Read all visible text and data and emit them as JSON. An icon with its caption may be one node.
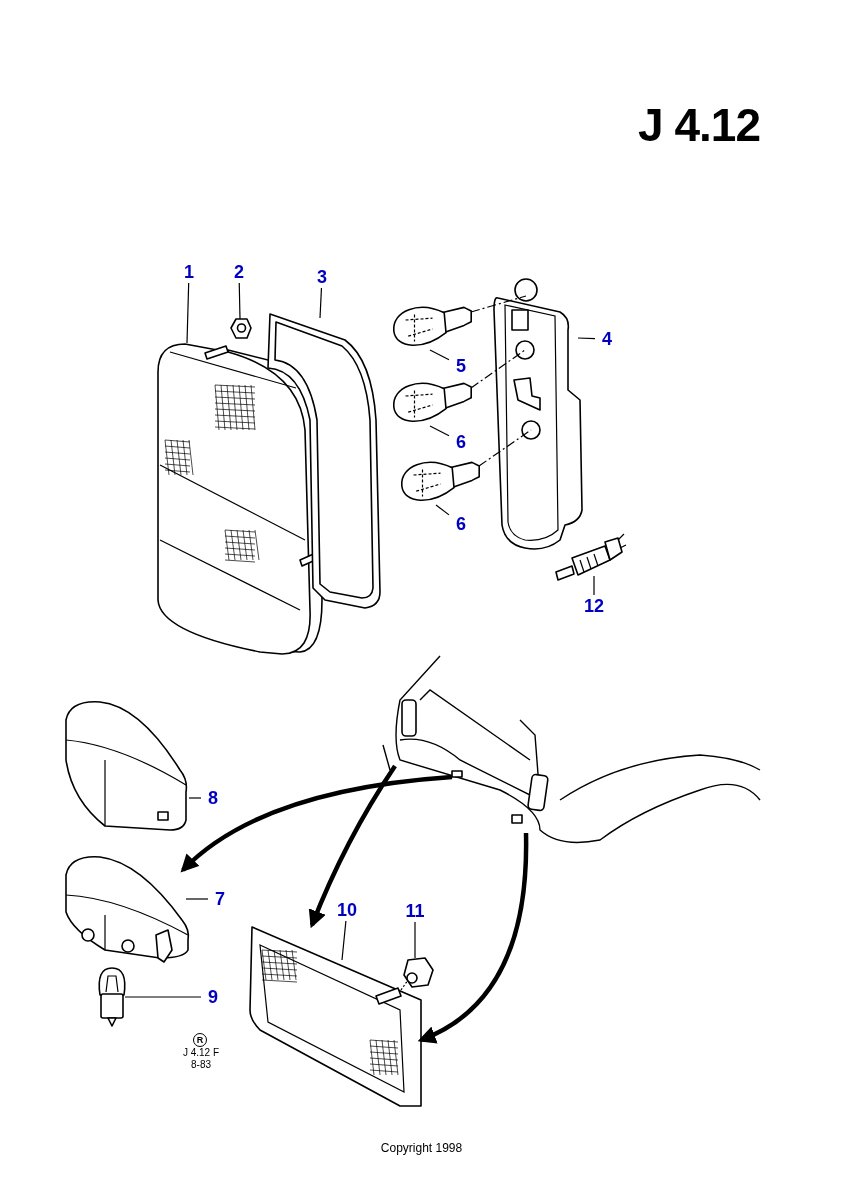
{
  "diagram": {
    "title": "J 4.12",
    "caption": "Copyright 1998",
    "nodes": [
      {
        "text": [
          "1"
        ]
      },
      {
        "text": [
          "2"
        ]
      },
      {
        "text": [
          "3"
        ]
      },
      {
        "text": [
          "4"
        ]
      },
      {
        "text": [
          "5"
        ]
      },
      {
        "text": [
          "6"
        ]
      },
      {
        "text": [
          "6"
        ]
      },
      {
        "text": [
          "12"
        ]
      },
      {
        "text": [
          "8"
        ]
      },
      {
        "text": [
          "7"
        ]
      },
      {
        "text": [
          "9"
        ]
      },
      {
        "text": [
          "10"
        ]
      },
      {
        "text": [
          "11"
        ]
      },
      {
        "text": [],
        "shape": "picture"
      },
      {
        "text": [],
        "shape": "picture"
      },
      {
        "text": [],
        "shape": "picture"
      },
      {
        "text": [],
        "shape": "picture"
      },
      {
        "text": [],
        "shape": "picture"
      },
      {
        "text": [],
        "shape": "picture"
      },
      {
        "text": [],
        "shape": "picture"
      },
      {
        "text": [],
        "shape": "picture"
      },
      {
        "text": [],
        "shape": "picture"
      },
      {
        "text": [],
        "shape": "picture"
      },
      {
        "text": [],
        "shape": "picture"
      },
      {
        "text": [],
        "shape": "picture"
      },
      {
        "text": [],
        "shape": "picture"
      },
      {
        "text": [],
        "shape": "picture"
      }
    ],
    "edges": [
      {
        "from": 0,
        "to": 13,
        "arrow": "none"
      },
      {
        "from": 1,
        "to": 14,
        "arrow": "none"
      },
      {
        "from": 2,
        "to": 15,
        "arrow": "none"
      },
      {
        "from": 3,
        "to": 16,
        "arrow": "none"
      },
      {
        "from": 4,
        "to": 17,
        "arrow": "none"
      },
      {
        "from": 5,
        "to": 18,
        "arrow": "none"
      },
      {
        "from": 6,
        "to": 19,
        "arrow": "none"
      },
      {
        "from": 7,
        "to": 20,
        "arrow": "none"
      },
      {
        "from": 8,
        "to": 21,
        "arrow": "none"
      },
      {
        "from": 9,
        "to": 22,
        "arrow": "none"
      },
      {
        "from": 10,
        "to": 23,
        "arrow": "none"
      },
      {
        "from": 11,
        "to": 24,
        "arrow": "none"
      },
      {
        "from": 12,
        "to": 25,
        "arrow": "none"
      },
      {
        "from": 26,
        "to": 22,
        "arrow": "to",
        "style": "thick"
      },
      {
        "from": 26,
        "to": 24,
        "arrow": "to",
        "style": "thick"
      },
      {
        "from": 26,
        "to": 24,
        "arrow": "to",
        "style": "thick"
      },
      {
        "from": 17,
        "to": 16,
        "arrow": "none",
        "style": "dashed"
      },
      {
        "from": 18,
        "to": 16,
        "arrow": "none",
        "style": "dashed"
      },
      {
        "from": 19,
        "to": 16,
        "arrow": "none",
        "style": "dashed"
      }
    ],
    "labels": [
      "R",
      "J 4.12 F",
      "8-83"
    ]
  }
}
